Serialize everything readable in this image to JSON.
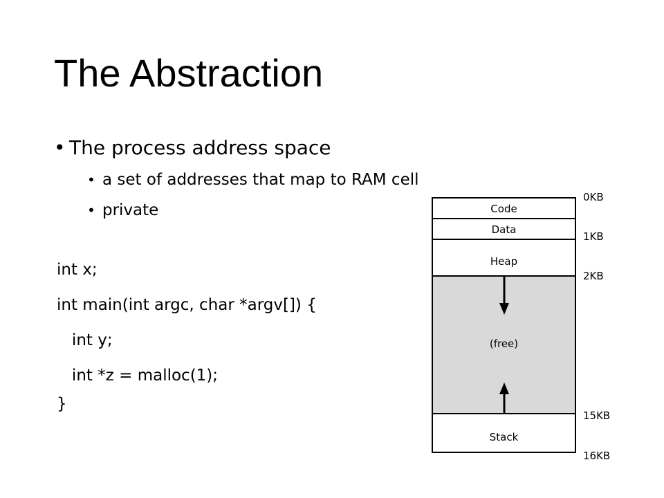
{
  "title": "The Abstraction",
  "bullets": {
    "main": "The process address space",
    "sub": [
      "a set of addresses that map to RAM cell",
      "private"
    ]
  },
  "code": [
    "int x;",
    "int main(int argc, char *argv[]) {",
    "   int y;",
    "   int *z = malloc(1);",
    "}"
  ],
  "memory": {
    "segments": {
      "code": "Code",
      "data": "Data",
      "heap": "Heap",
      "free": "(free)",
      "stack": "Stack"
    },
    "addresses": [
      "0KB",
      "1KB",
      "2KB",
      "15KB",
      "16KB"
    ],
    "free_fill": "#d9d9d9"
  }
}
